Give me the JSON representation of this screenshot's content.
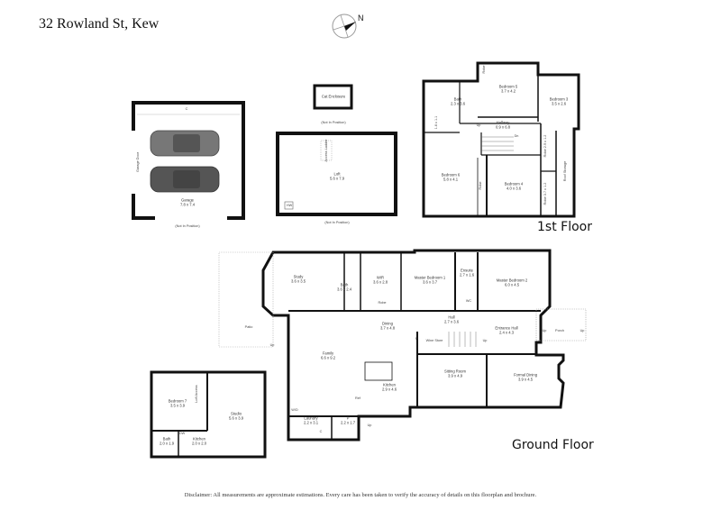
{
  "header": {
    "title": "32 Rowland St, Kew",
    "compass_label": "N"
  },
  "floors": {
    "first_floor_label": "1st Floor",
    "ground_floor_label": "Ground Floor"
  },
  "outbuildings": {
    "garage": {
      "name": "Garage",
      "size": "7.8 x 7.4",
      "door_label": "Garage Door",
      "cupboard": "C",
      "note": "(Not In Position)"
    },
    "cat_enclosure": {
      "name": "Cat Enclosure",
      "note": "(Not In Position)"
    },
    "loft": {
      "name": "Loft",
      "size": "5.6 x 7.9",
      "access": "Access Ladder",
      "hw": "HW",
      "note": "(Not In Position)"
    }
  },
  "first_floor_rooms": [
    {
      "name": "Bedroom 5",
      "size": "3.7 x 4.2"
    },
    {
      "name": "Bedroom 3",
      "size": "3.5 x 2.6"
    },
    {
      "name": "Bath",
      "size": "2.3 x 3.6"
    },
    {
      "name": "Hallway",
      "size": "0.9 x 6.8"
    },
    {
      "name": "Bedroom 6",
      "size": "5.8 x 4.1"
    },
    {
      "name": "Bedroom 4",
      "size": "4.0 x 3.6"
    },
    {
      "name": "Robe",
      "size": "2.9 x 1.2"
    },
    {
      "name": "Robe",
      "size": "3.7 x 1.2"
    },
    {
      "name": "Roof Storage",
      "size": ""
    },
    {
      "name": "Robe",
      "size": ""
    },
    {
      "name": "Robe",
      "size": ""
    }
  ],
  "first_floor_notes": {
    "up": "Up",
    "down": "Dn",
    "wc_size": "1.6 x 1.1"
  },
  "ground_floor_rooms": [
    {
      "name": "Study",
      "size": "3.6 x 3.5"
    },
    {
      "name": "Bath",
      "size": "3.6 x 2.4"
    },
    {
      "name": "WIR",
      "size": "3.6 x 2.8"
    },
    {
      "name": "Master Bedroom 1",
      "size": "3.6 x 3.7"
    },
    {
      "name": "Ensuite",
      "size": "2.7 x 1.6"
    },
    {
      "name": "Master Bedroom 2",
      "size": "6.0 x 4.5"
    },
    {
      "name": "Dining",
      "size": "3.7 x 4.8"
    },
    {
      "name": "Hall",
      "size": "2.7 x 3.6"
    },
    {
      "name": "Entrance Hall",
      "size": "2.4 x 4.3"
    },
    {
      "name": "Porch",
      "size": ""
    },
    {
      "name": "Patio",
      "size": ""
    },
    {
      "name": "Family",
      "size": "6.6 x 9.2"
    },
    {
      "name": "Kitchen",
      "size": "2.9 x 4.6"
    },
    {
      "name": "Sitting Room",
      "size": "3.9 x 4.9"
    },
    {
      "name": "Formal Dining",
      "size": "3.9 x 4.5"
    },
    {
      "name": "Laundry",
      "size": "2.2 x 3.1"
    },
    {
      "name": "P",
      "size": "2.2 x 1.7"
    },
    {
      "name": "Bedroom 7",
      "size": "3.5 x 3.9"
    },
    {
      "name": "Studio",
      "size": "5.6 x 3.9"
    },
    {
      "name": "Bath",
      "size": "2.0 x 1.9"
    },
    {
      "name": "Kitchen",
      "size": "2.0 x 2.0"
    }
  ],
  "ground_floor_notes": {
    "robe": "Robe",
    "wc": "WC",
    "wine_store": "Wine Store",
    "up": "Up",
    "pantry": "P",
    "ref": "Ref",
    "wd": "W/D",
    "c": "C",
    "loft_access": "Loft Access",
    "dw": "DW"
  },
  "footer": {
    "disclaimer": "Disclaimer: All measurements are approximate estimations. Every care has been taken to verify the accuracy of details on this floorplan and brochure."
  }
}
